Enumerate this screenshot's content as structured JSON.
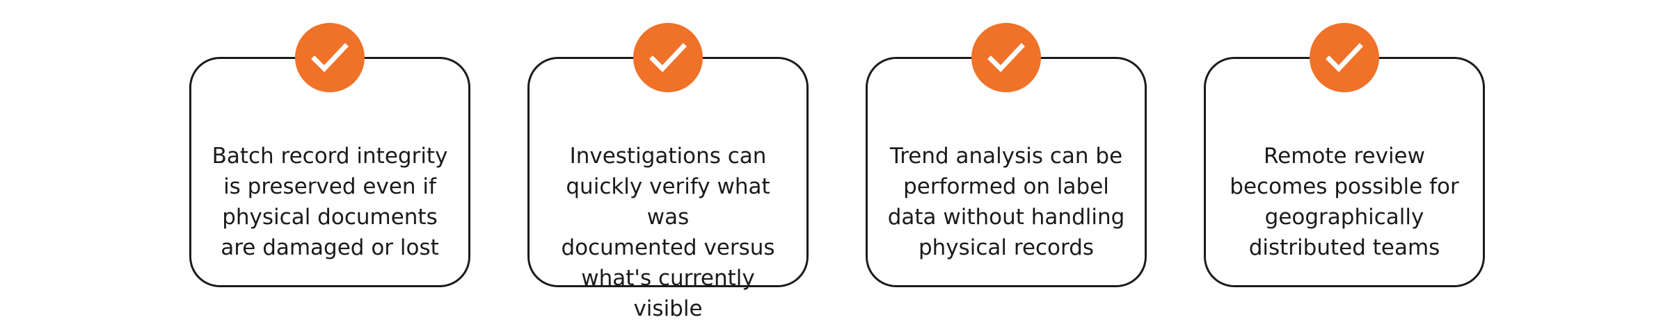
{
  "accent_color": "#f07128",
  "border_color": "#1a1a1a",
  "cards": [
    {
      "icon": "checkmark-icon",
      "text": "Batch record integrity\nis preserved even if\nphysical documents\nare damaged or lost"
    },
    {
      "icon": "checkmark-icon",
      "text": "Investigations can\nquickly verify what was\ndocumented versus\nwhat's currently visible"
    },
    {
      "icon": "checkmark-icon",
      "text": "Trend analysis can be\nperformed on label\ndata without handling\nphysical records"
    },
    {
      "icon": "checkmark-icon",
      "text": "Remote review\nbecomes possible for\ngeographically\ndistributed teams"
    }
  ]
}
